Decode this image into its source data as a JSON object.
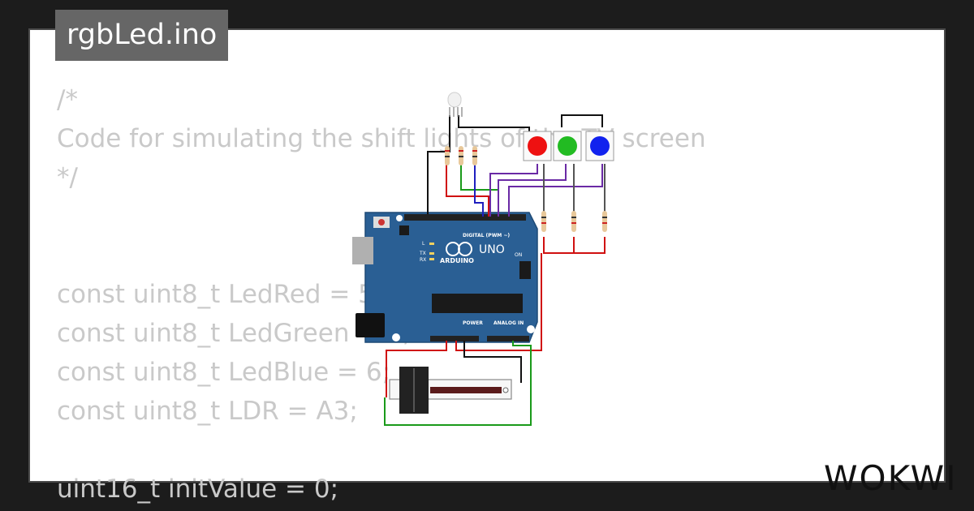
{
  "project": {
    "filename": "rgbLed.ino"
  },
  "code_lines": [
    "/*",
    "Code for simulating the shift lights of the TV screen",
    "*/",
    "",
    "",
    "const uint8_t LedRed = 5;",
    "const uint8_t LedGreen = 3;",
    "const uint8_t LedBlue = 6;",
    "const uint8_t LDR = A3;",
    "",
    "uint16_t initValue = 0;"
  ],
  "board": {
    "label_uno": "UNO",
    "label_arduino": "ARDUINO",
    "label_digital": "DIGITAL (PWM ~)",
    "label_power": "POWER",
    "label_analog": "ANALOG IN",
    "label_on": "ON",
    "label_l": "L",
    "label_tx": "TX",
    "label_rx": "RX"
  },
  "buttons": [
    {
      "color_name": "red",
      "color": "#ee1111"
    },
    {
      "color_name": "green",
      "color": "#22bb22"
    },
    {
      "color_name": "blue",
      "color": "#1122ee"
    }
  ],
  "brand": {
    "logo_text": "WOKWI",
    "accent": "#3a6ea5"
  }
}
